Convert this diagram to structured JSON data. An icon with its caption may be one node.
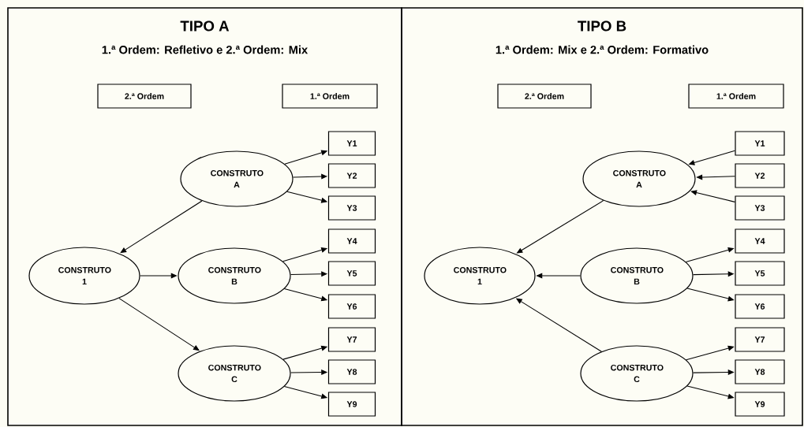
{
  "diagram": {
    "nodes": [
      {
        "text": [
          "TIPO A",
          "1.ª Ordem: Refletivo e 2.ª Ordem: Mix"
        ]
      },
      {
        "text": [
          "2.ª Ordem"
        ],
        "in": 0
      },
      {
        "text": [
          "1.ª Ordem"
        ],
        "in": 0
      },
      {
        "text": [
          "CONSTRUTO 1"
        ],
        "in": 0
      },
      {
        "text": [
          "CONSTRUTO A"
        ],
        "in": 0
      },
      {
        "text": [
          "CONSTRUTO B"
        ],
        "in": 0
      },
      {
        "text": [
          "CONSTRUTO C"
        ],
        "in": 0
      },
      {
        "text": [
          "Y1"
        ],
        "in": 0
      },
      {
        "text": [
          "Y2"
        ],
        "in": 0
      },
      {
        "text": [
          "Y3"
        ],
        "in": 0
      },
      {
        "text": [
          "Y4"
        ],
        "in": 0
      },
      {
        "text": [
          "Y5"
        ],
        "in": 0
      },
      {
        "text": [
          "Y6"
        ],
        "in": 0
      },
      {
        "text": [
          "Y7"
        ],
        "in": 0
      },
      {
        "text": [
          "Y8"
        ],
        "in": 0
      },
      {
        "text": [
          "Y9"
        ],
        "in": 0
      },
      {
        "text": [
          "TIPO B",
          "1.ª Ordem: Mix e 2.ª Ordem: Formativo"
        ]
      },
      {
        "text": [
          "2.ª Ordem"
        ],
        "in": 16
      },
      {
        "text": [
          "1.ª Ordem"
        ],
        "in": 16
      },
      {
        "text": [
          "CONSTRUTO 1"
        ],
        "in": 16
      },
      {
        "text": [
          "CONSTRUTO A"
        ],
        "in": 16
      },
      {
        "text": [
          "CONSTRUTO B"
        ],
        "in": 16
      },
      {
        "text": [
          "CONSTRUTO C"
        ],
        "in": 16
      },
      {
        "text": [
          "Y1"
        ],
        "in": 16
      },
      {
        "text": [
          "Y2"
        ],
        "in": 16
      },
      {
        "text": [
          "Y3"
        ],
        "in": 16
      },
      {
        "text": [
          "Y4"
        ],
        "in": 16
      },
      {
        "text": [
          "Y5"
        ],
        "in": 16
      },
      {
        "text": [
          "Y6"
        ],
        "in": 16
      },
      {
        "text": [
          "Y7"
        ],
        "in": 16
      },
      {
        "text": [
          "Y8"
        ],
        "in": 16
      },
      {
        "text": [
          "Y9"
        ],
        "in": 16
      }
    ],
    "edges": [
      {
        "from": 4,
        "to": 3,
        "arrow": "to"
      },
      {
        "from": 3,
        "to": 5,
        "arrow": "to"
      },
      {
        "from": 3,
        "to": 6,
        "arrow": "to"
      },
      {
        "from": 4,
        "to": 7,
        "arrow": "to"
      },
      {
        "from": 4,
        "to": 8,
        "arrow": "to"
      },
      {
        "from": 4,
        "to": 9,
        "arrow": "to"
      },
      {
        "from": 5,
        "to": 10,
        "arrow": "to"
      },
      {
        "from": 5,
        "to": 11,
        "arrow": "to"
      },
      {
        "from": 5,
        "to": 12,
        "arrow": "to"
      },
      {
        "from": 6,
        "to": 13,
        "arrow": "to"
      },
      {
        "from": 6,
        "to": 14,
        "arrow": "to"
      },
      {
        "from": 6,
        "to": 15,
        "arrow": "to"
      },
      {
        "from": 20,
        "to": 19,
        "arrow": "to"
      },
      {
        "from": 21,
        "to": 19,
        "arrow": "to"
      },
      {
        "from": 22,
        "to": 19,
        "arrow": "to"
      },
      {
        "from": 23,
        "to": 20,
        "arrow": "to"
      },
      {
        "from": 24,
        "to": 20,
        "arrow": "to"
      },
      {
        "from": 25,
        "to": 20,
        "arrow": "to"
      },
      {
        "from": 21,
        "to": 26,
        "arrow": "to"
      },
      {
        "from": 21,
        "to": 27,
        "arrow": "to"
      },
      {
        "from": 21,
        "to": 28,
        "arrow": "to"
      },
      {
        "from": 22,
        "to": 29,
        "arrow": "to"
      },
      {
        "from": 22,
        "to": 30,
        "arrow": "to"
      },
      {
        "from": 22,
        "to": 31,
        "arrow": "to"
      }
    ]
  }
}
